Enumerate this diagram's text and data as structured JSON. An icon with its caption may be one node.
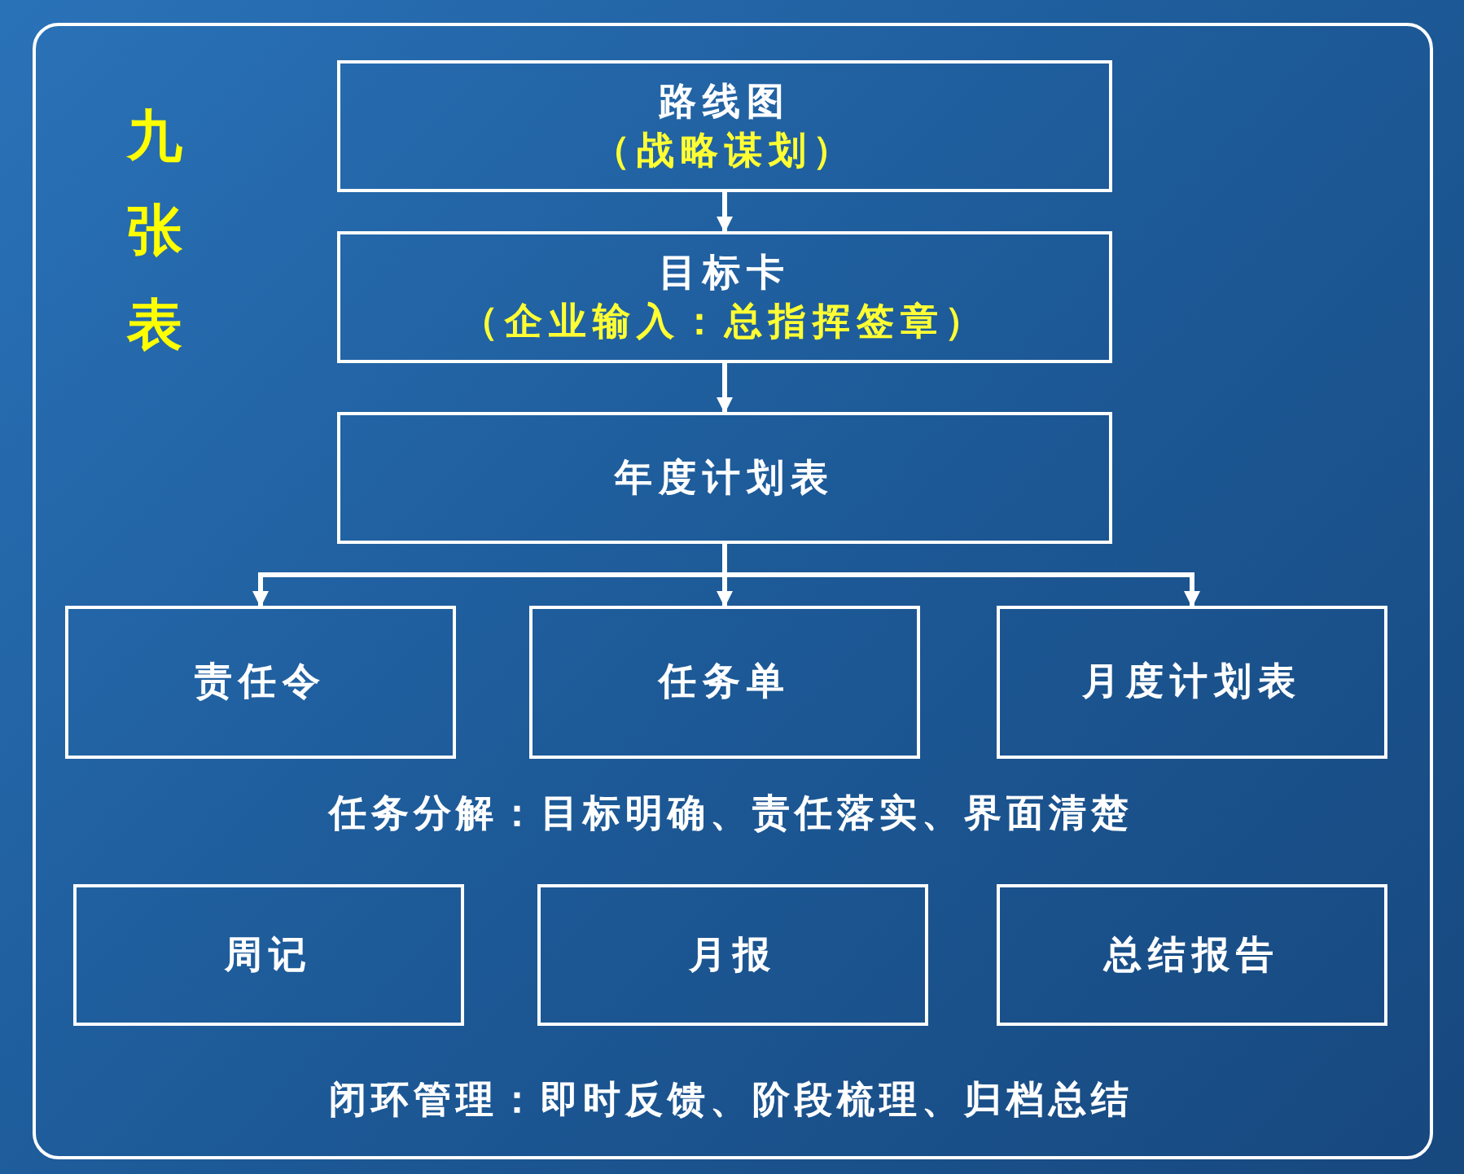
{
  "diagram": {
    "title": "九张表",
    "nodes": [
      {
        "text": [
          "路线图",
          "（战略谋划）"
        ]
      },
      {
        "text": [
          "目标卡",
          "（企业输入：总指挥签章）"
        ]
      },
      {
        "text": [
          "年度计划表"
        ]
      },
      {
        "text": [
          "责任令"
        ]
      },
      {
        "text": [
          "任务单"
        ]
      },
      {
        "text": [
          "月度计划表"
        ]
      },
      {
        "text": [
          "周记"
        ]
      },
      {
        "text": [
          "月报"
        ]
      },
      {
        "text": [
          "总结报告"
        ]
      }
    ],
    "edges": [
      {
        "from": 0,
        "to": 1,
        "arrow": "to"
      },
      {
        "from": 1,
        "to": 2,
        "arrow": "to"
      },
      {
        "from": 2,
        "to": 3,
        "arrow": "to"
      },
      {
        "from": 2,
        "to": 4,
        "arrow": "to"
      },
      {
        "from": 2,
        "to": 5,
        "arrow": "to"
      }
    ],
    "labels": [
      "任务分解：目标明确、责任落实、界面清楚",
      "闭环管理：即时反馈、阶段梳理、归档总结"
    ]
  }
}
